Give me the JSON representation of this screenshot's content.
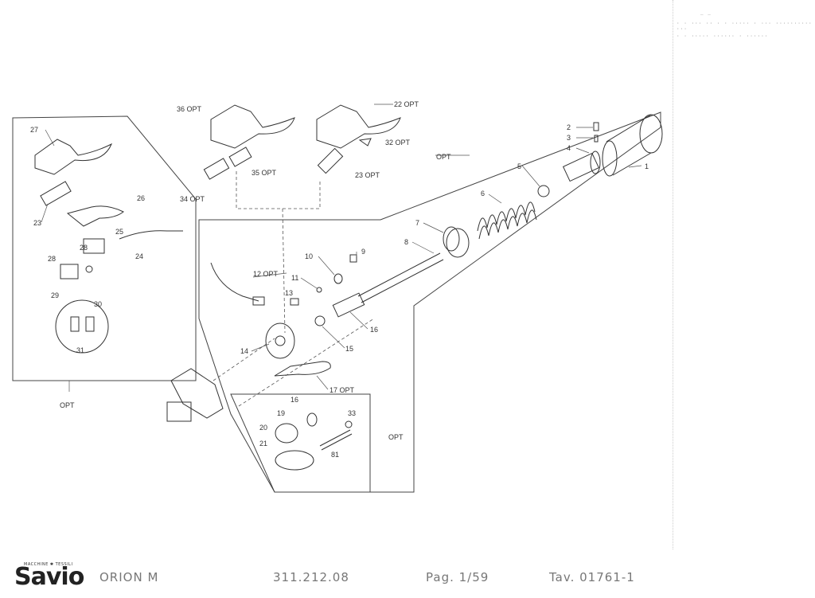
{
  "header": {
    "line1": "_                _",
    "line2": "· · ··· ·· · · ····· · ··· ·········· ···",
    "line3": "· ·  ····· ······  · ······"
  },
  "labels": {
    "p1": "1",
    "p2": "2",
    "p3": "3",
    "p4": "4",
    "p5": "5",
    "p6": "6",
    "p7": "7",
    "p8": "8",
    "p9": "9",
    "p10": "10",
    "p11": "11",
    "p12": "12 OPT",
    "p13": "13",
    "p14": "14",
    "p15": "15",
    "p16a": "16",
    "p16b": "16",
    "p17": "17 OPT",
    "p19": "19",
    "p20": "20",
    "p21": "21",
    "p22": "22 OPT",
    "p23a": "23 OPT",
    "p23b": "23",
    "p24": "24",
    "p25": "25",
    "p26": "26",
    "p27": "27",
    "p28a": "28",
    "p28b": "28",
    "p29": "29",
    "p30": "30",
    "p31": "31",
    "p32": "32 OPT",
    "p33": "33",
    "p34": "34 OPT",
    "p35": "35 OPT",
    "p36": "36 OPT",
    "p81": "81",
    "opt_upper": "OPT",
    "opt_lower": "OPT",
    "opt_left": "OPT"
  },
  "footer": {
    "brand_tag": "MACCHINE ✱ TESSILI",
    "brand": "Savio",
    "model": "ORION M",
    "code": "311.212.08",
    "page": "Pag. 1/59",
    "table": "Tav. 01761-1"
  }
}
